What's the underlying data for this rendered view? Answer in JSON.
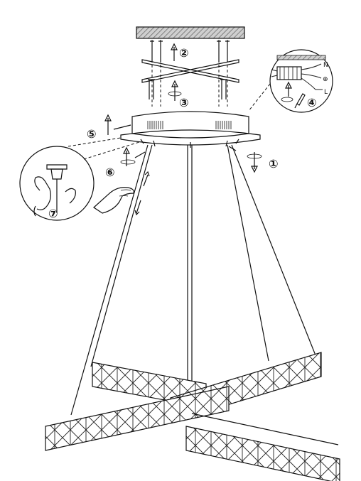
{
  "labels": {
    "step1": "①",
    "step2": "②",
    "step3": "③",
    "step4": "④",
    "step5": "⑤",
    "step6": "⑥",
    "step7": "⑦"
  },
  "wiring": {
    "neutral": "N",
    "ground": "⊕",
    "live": "L"
  },
  "colors": {
    "line": "#111111",
    "ceiling_hatch": "#8a8a8a",
    "background": "#ffffff"
  }
}
